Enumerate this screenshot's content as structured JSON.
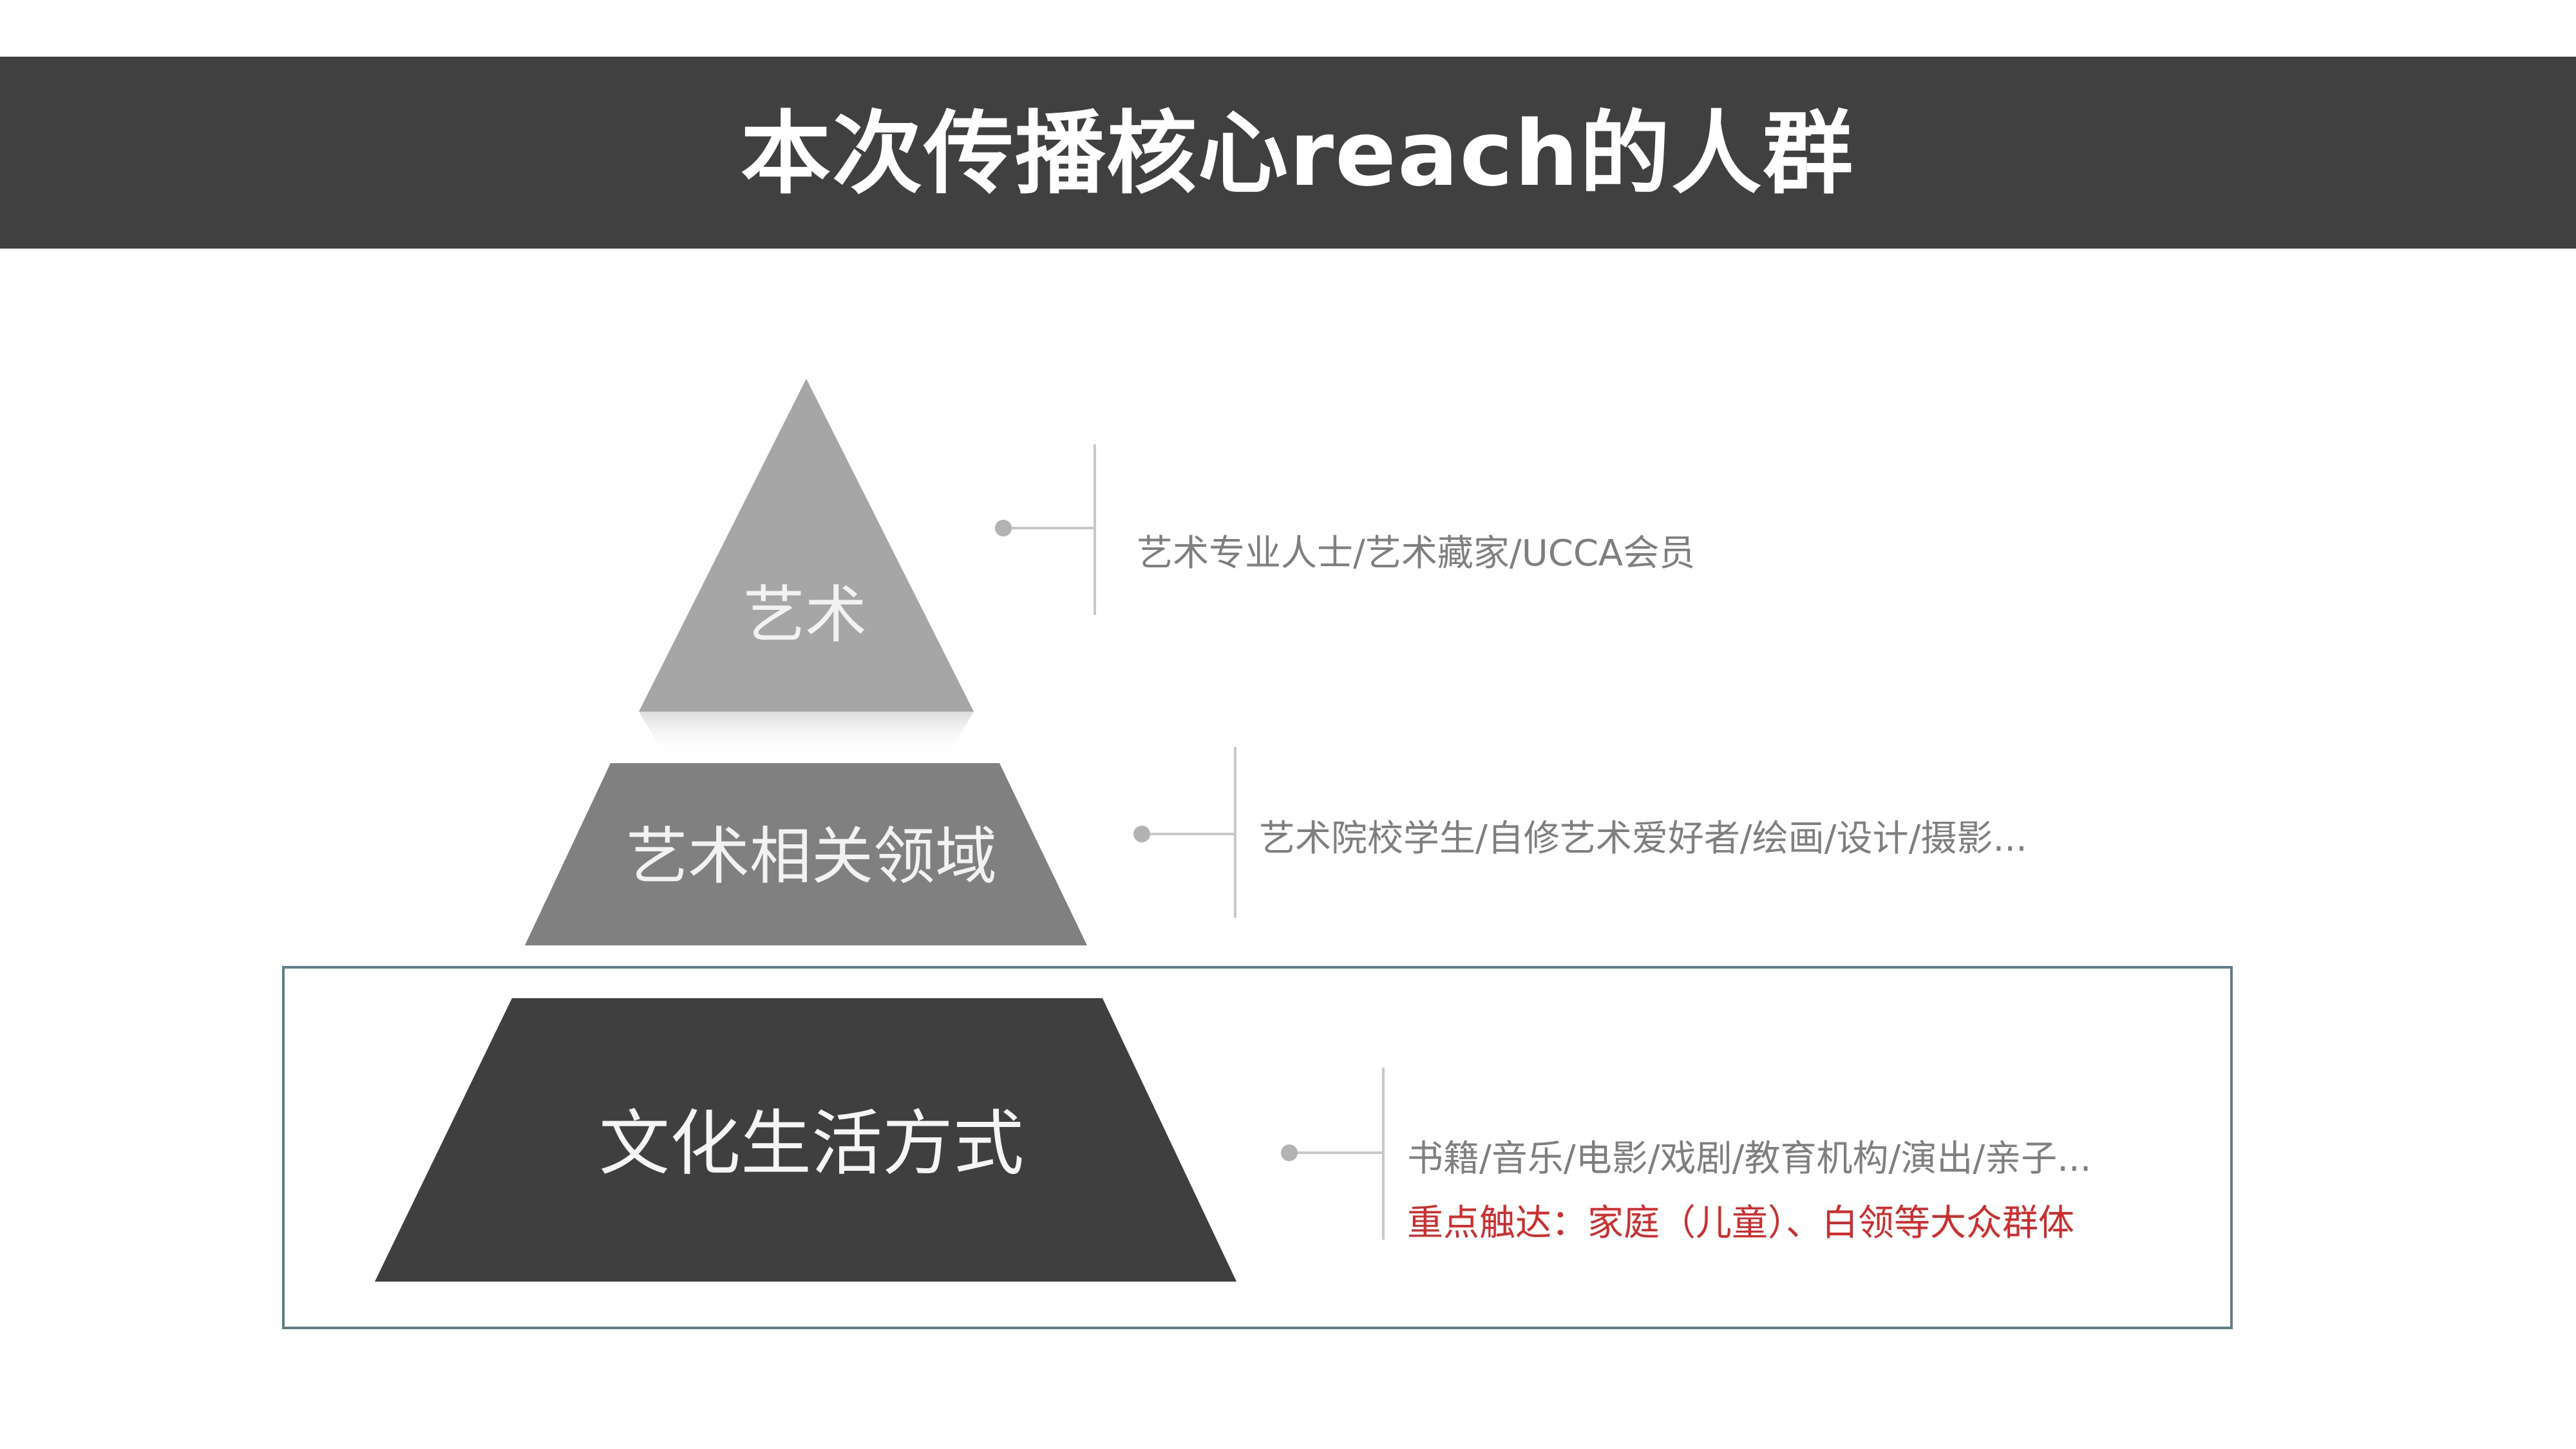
{
  "header": {
    "title": "本次传播核心reach的人群"
  },
  "pyramid": {
    "tiers": [
      {
        "label": "艺术",
        "description": "艺术专业人士/艺术藏家/UCCA会员"
      },
      {
        "label": "艺术相关领域",
        "description": "艺术院校学生/自修艺术爱好者/绘画/设计/摄影..."
      },
      {
        "label": "文化生活方式",
        "description": "书籍/音乐/电影/戏剧/教育机构/演出/亲子...",
        "highlight": "重点触达：家庭（儿童）、白领等大众群体"
      }
    ]
  },
  "colors": {
    "title_bar": "#404040",
    "tier_top": "#a6a6a6",
    "tier_mid": "#808080",
    "tier_bottom": "#3f3f3f",
    "highlight_text": "#d22b2b",
    "highlight_box": "#5c7f8a"
  }
}
